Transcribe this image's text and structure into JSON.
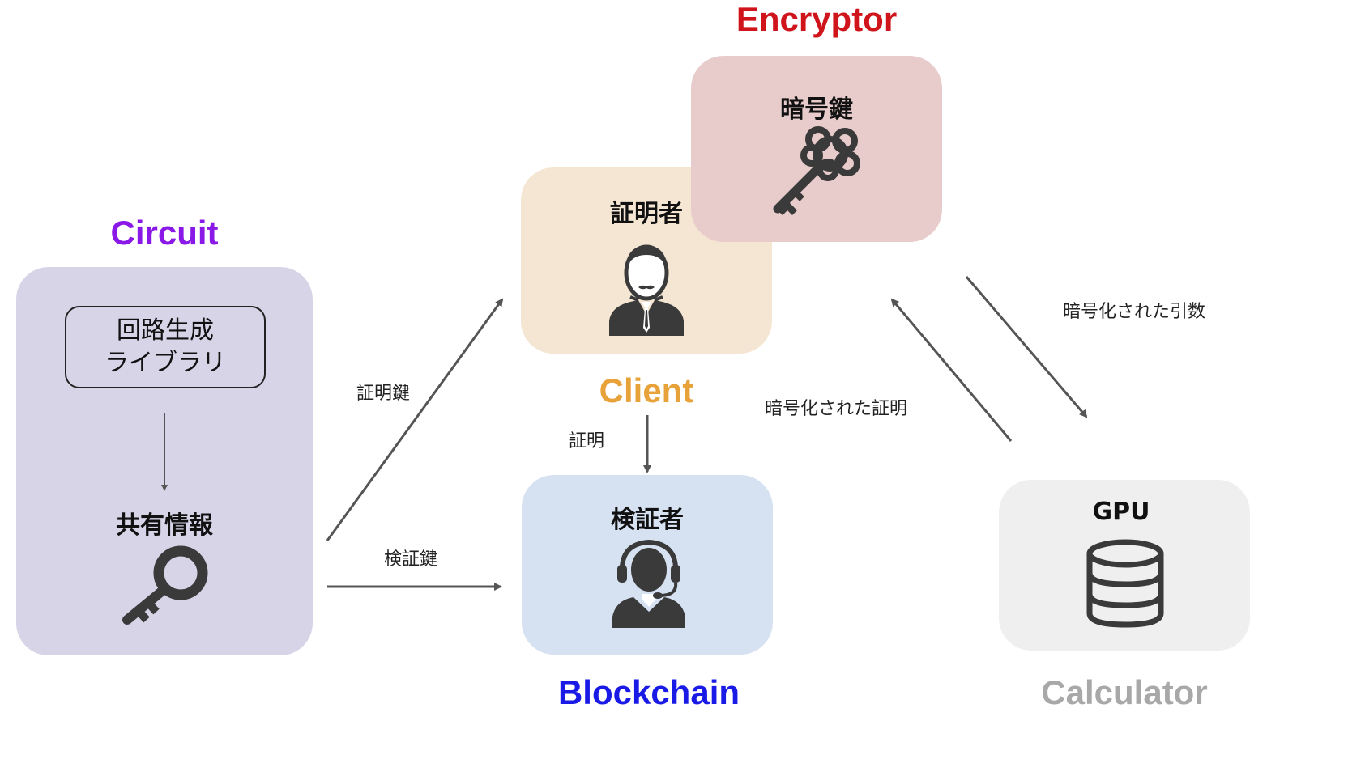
{
  "groups": {
    "circuit": {
      "title": "Circuit",
      "color": "#8a18e6",
      "bg": "#d8d4e8"
    },
    "client": {
      "title": "Client",
      "color": "#e8a23a",
      "bg": "#f5e6d3"
    },
    "encryptor": {
      "title": "Encryptor",
      "color": "#d0141c",
      "bg": "#e8cccc"
    },
    "blockchain": {
      "title": "Blockchain",
      "color": "#1a1ae6",
      "bg": "#d6e2f2"
    },
    "calculator": {
      "title": "Calculator",
      "color": "#a8a8a8",
      "bg": "#efefef"
    }
  },
  "nodes": {
    "library": {
      "line1": "回路生成",
      "line2": "ライブラリ"
    },
    "shared_info": {
      "label": "共有情報",
      "icon": "key-icon"
    },
    "prover": {
      "label": "証明者",
      "icon": "businessman-icon"
    },
    "encryption_key": {
      "label": "暗号鍵",
      "icon": "ornate-key-icon"
    },
    "verifier": {
      "label": "検証者",
      "icon": "headset-operator-icon"
    },
    "gpu": {
      "label": "GPU",
      "icon": "database-icon"
    }
  },
  "edges": {
    "proving_key": "証明鍵",
    "verifying_key": "検証鍵",
    "proof": "証明",
    "encrypted_proof": "暗号化された証明",
    "encrypted_args": "暗号化された引数"
  }
}
